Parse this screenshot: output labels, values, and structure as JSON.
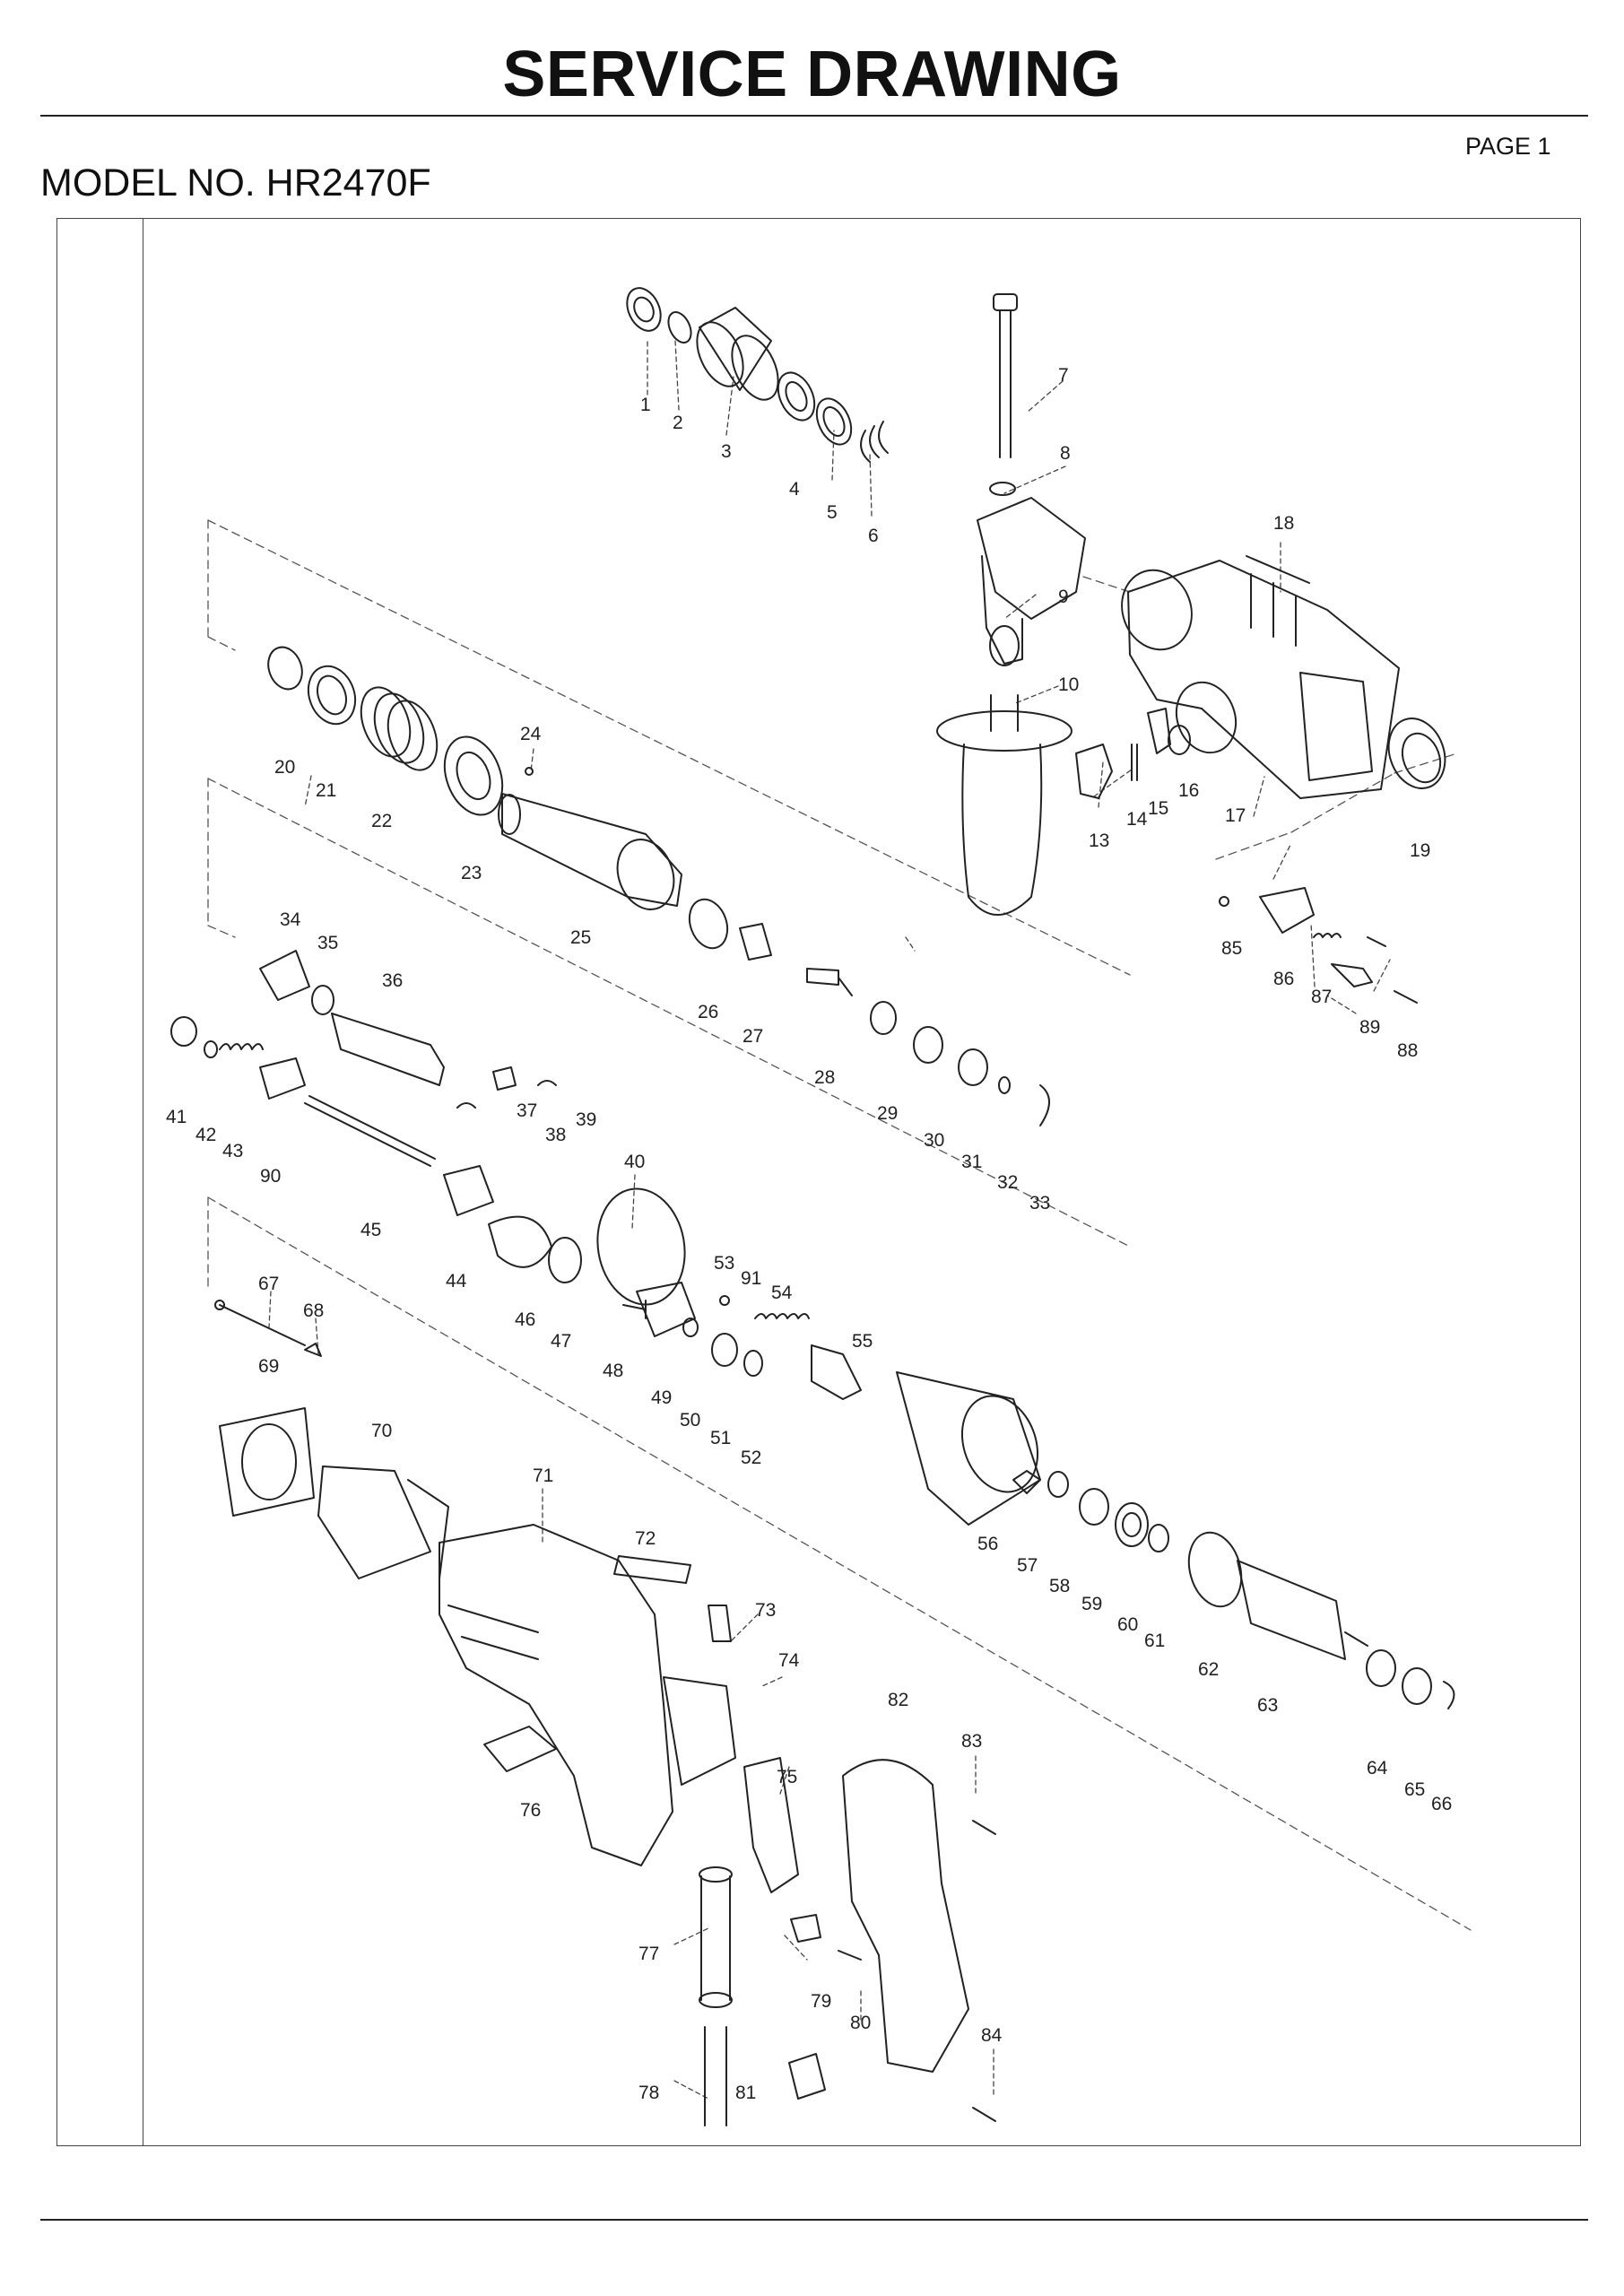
{
  "header": {
    "title": "SERVICE DRAWING",
    "page": "PAGE 1",
    "model": "MODEL NO. HR2470F"
  },
  "parts": [
    {
      "id": "p1",
      "label": "1"
    },
    {
      "id": "p2",
      "label": "2"
    },
    {
      "id": "p3",
      "label": "3"
    },
    {
      "id": "p4",
      "label": "4"
    },
    {
      "id": "p5",
      "label": "5"
    },
    {
      "id": "p6",
      "label": "6"
    },
    {
      "id": "p7",
      "label": "7"
    },
    {
      "id": "p8",
      "label": "8"
    },
    {
      "id": "p9",
      "label": "9"
    },
    {
      "id": "p10",
      "label": "10"
    },
    {
      "id": "p13",
      "label": "13"
    },
    {
      "id": "p14",
      "label": "14"
    },
    {
      "id": "p15",
      "label": "15"
    },
    {
      "id": "p16",
      "label": "16"
    },
    {
      "id": "p17",
      "label": "17"
    },
    {
      "id": "p18",
      "label": "18"
    },
    {
      "id": "p19",
      "label": "19"
    },
    {
      "id": "p20",
      "label": "20"
    },
    {
      "id": "p21",
      "label": "21"
    },
    {
      "id": "p22",
      "label": "22"
    },
    {
      "id": "p23",
      "label": "23"
    },
    {
      "id": "p24",
      "label": "24"
    },
    {
      "id": "p25",
      "label": "25"
    },
    {
      "id": "p26",
      "label": "26"
    },
    {
      "id": "p27",
      "label": "27"
    },
    {
      "id": "p28",
      "label": "28"
    },
    {
      "id": "p29",
      "label": "29"
    },
    {
      "id": "p30",
      "label": "30"
    },
    {
      "id": "p31",
      "label": "31"
    },
    {
      "id": "p32",
      "label": "32"
    },
    {
      "id": "p33",
      "label": "33"
    },
    {
      "id": "p34",
      "label": "34"
    },
    {
      "id": "p35",
      "label": "35"
    },
    {
      "id": "p36",
      "label": "36"
    },
    {
      "id": "p37",
      "label": "37"
    },
    {
      "id": "p38",
      "label": "38"
    },
    {
      "id": "p39",
      "label": "39"
    },
    {
      "id": "p40",
      "label": "40"
    },
    {
      "id": "p41",
      "label": "41"
    },
    {
      "id": "p42",
      "label": "42"
    },
    {
      "id": "p43",
      "label": "43"
    },
    {
      "id": "p44",
      "label": "44"
    },
    {
      "id": "p45",
      "label": "45"
    },
    {
      "id": "p46",
      "label": "46"
    },
    {
      "id": "p47",
      "label": "47"
    },
    {
      "id": "p48",
      "label": "48"
    },
    {
      "id": "p49",
      "label": "49"
    },
    {
      "id": "p50",
      "label": "50"
    },
    {
      "id": "p51",
      "label": "51"
    },
    {
      "id": "p52",
      "label": "52"
    },
    {
      "id": "p53",
      "label": "53"
    },
    {
      "id": "p54",
      "label": "54"
    },
    {
      "id": "p55",
      "label": "55"
    },
    {
      "id": "p56",
      "label": "56"
    },
    {
      "id": "p57",
      "label": "57"
    },
    {
      "id": "p58",
      "label": "58"
    },
    {
      "id": "p59",
      "label": "59"
    },
    {
      "id": "p60",
      "label": "60"
    },
    {
      "id": "p61",
      "label": "61"
    },
    {
      "id": "p62",
      "label": "62"
    },
    {
      "id": "p63",
      "label": "63"
    },
    {
      "id": "p64",
      "label": "64"
    },
    {
      "id": "p65",
      "label": "65"
    },
    {
      "id": "p66",
      "label": "66"
    },
    {
      "id": "p67",
      "label": "67"
    },
    {
      "id": "p68",
      "label": "68"
    },
    {
      "id": "p69",
      "label": "69"
    },
    {
      "id": "p70",
      "label": "70"
    },
    {
      "id": "p71",
      "label": "71"
    },
    {
      "id": "p72",
      "label": "72"
    },
    {
      "id": "p73",
      "label": "73"
    },
    {
      "id": "p74",
      "label": "74"
    },
    {
      "id": "p75",
      "label": "75"
    },
    {
      "id": "p76",
      "label": "76"
    },
    {
      "id": "p77",
      "label": "77"
    },
    {
      "id": "p78",
      "label": "78"
    },
    {
      "id": "p79",
      "label": "79"
    },
    {
      "id": "p80",
      "label": "80"
    },
    {
      "id": "p81",
      "label": "81"
    },
    {
      "id": "p82",
      "label": "82"
    },
    {
      "id": "p83",
      "label": "83"
    },
    {
      "id": "p84",
      "label": "84"
    },
    {
      "id": "p85",
      "label": "85"
    },
    {
      "id": "p86",
      "label": "86"
    },
    {
      "id": "p87",
      "label": "87"
    },
    {
      "id": "p88",
      "label": "88"
    },
    {
      "id": "p89",
      "label": "89"
    },
    {
      "id": "p90",
      "label": "90"
    },
    {
      "id": "p91",
      "label": "91"
    }
  ]
}
